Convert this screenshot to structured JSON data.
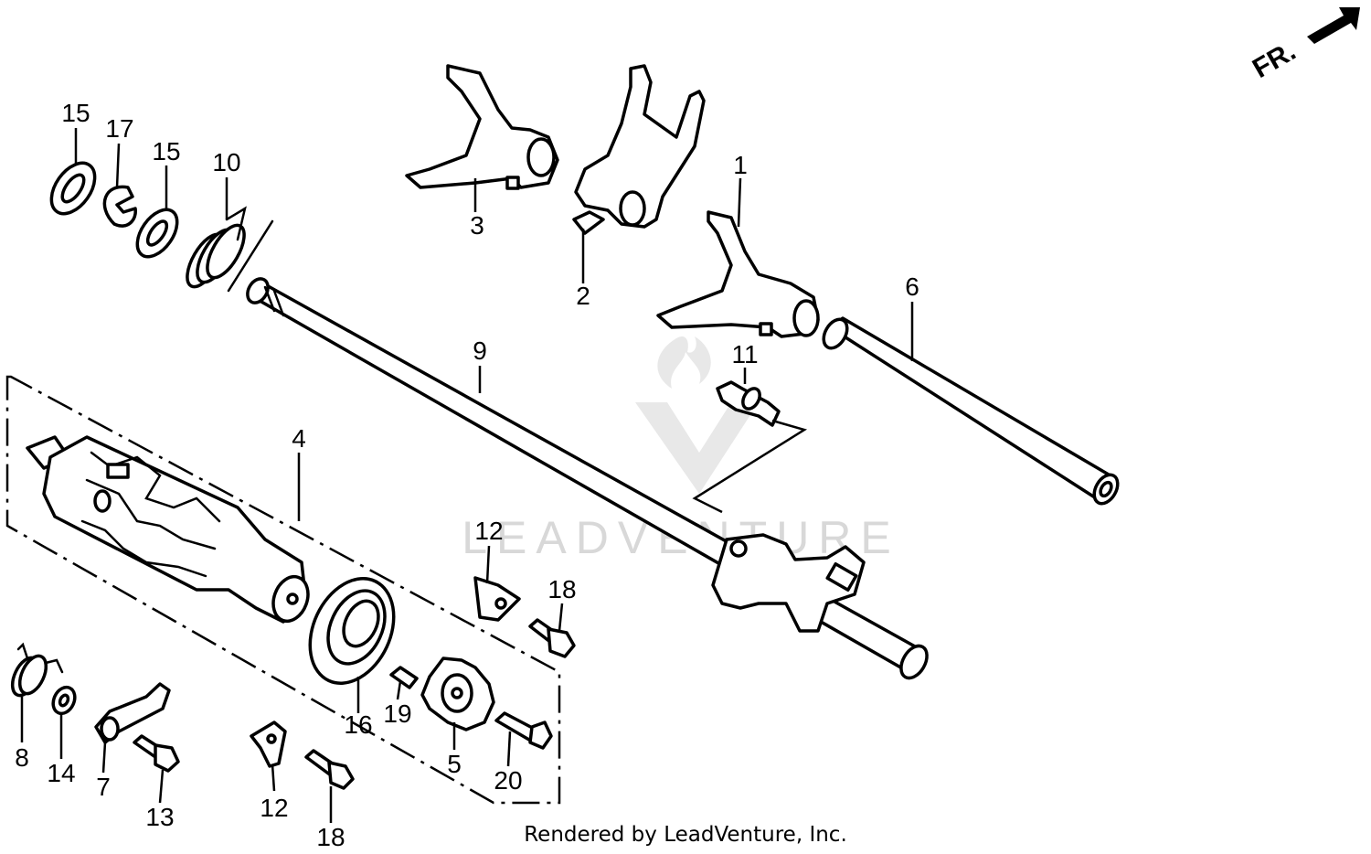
{
  "watermark": "LEADVENTURE",
  "footer": "Rendered by LeadVenture, Inc.",
  "front_indicator": "FR.",
  "callouts": {
    "c1": "1",
    "c2": "2",
    "c3": "3",
    "c4": "4",
    "c5": "5",
    "c6": "6",
    "c7": "7",
    "c8": "8",
    "c9": "9",
    "c10": "10",
    "c11": "11",
    "c12a": "12",
    "c12b": "12",
    "c13": "13",
    "c14": "14",
    "c15a": "15",
    "c15b": "15",
    "c16": "16",
    "c17": "17",
    "c18a": "18",
    "c18b": "18",
    "c19": "19",
    "c20": "20"
  },
  "colors": {
    "line": "#000000",
    "watermark": "#d8d8d8",
    "background": "#ffffff"
  }
}
